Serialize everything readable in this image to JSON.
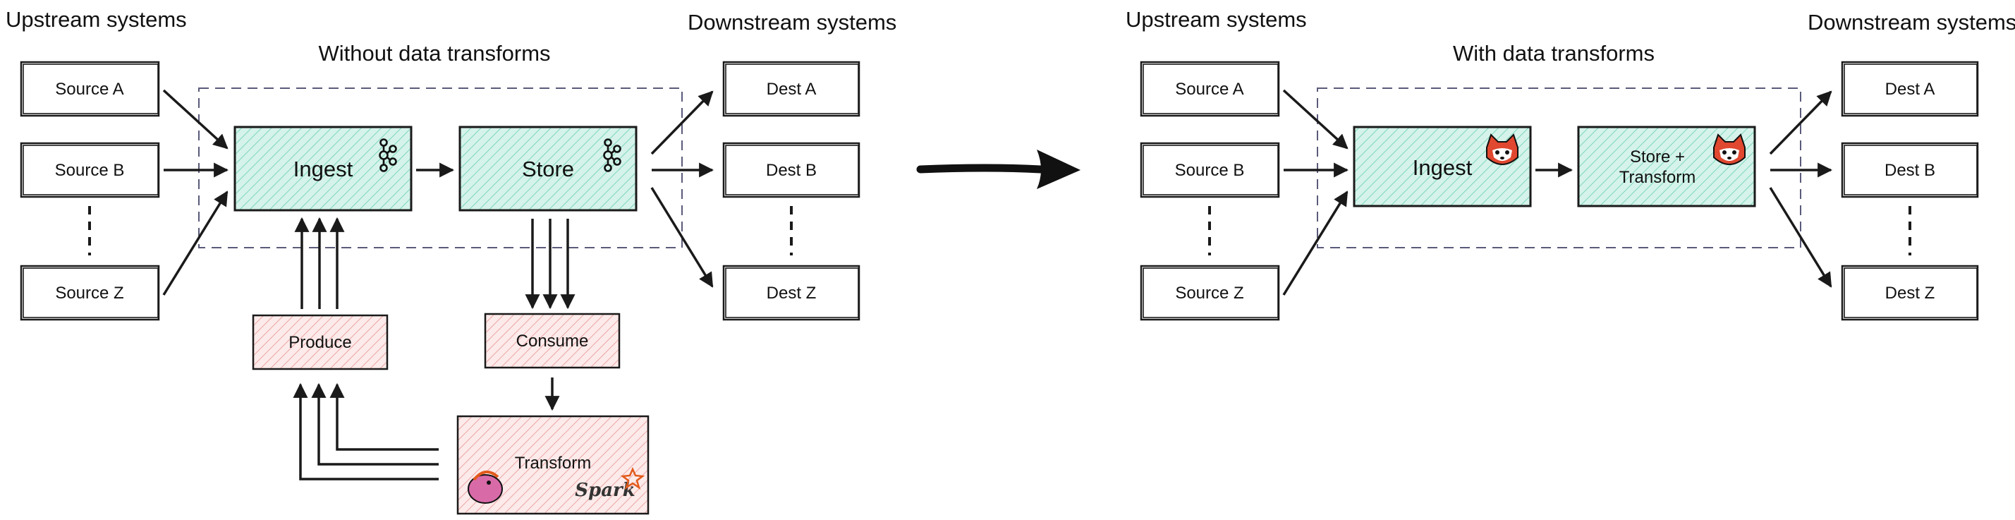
{
  "left": {
    "upstream_title": "Upstream systems",
    "downstream_title": "Downstream systems",
    "section_title": "Without data transforms",
    "sources": [
      "Source A",
      "Source B",
      "Source Z"
    ],
    "dests": [
      "Dest A",
      "Dest B",
      "Dest Z"
    ],
    "ingest_label": "Ingest",
    "store_label": "Store",
    "produce_label": "Produce",
    "consume_label": "Consume",
    "transform_label": "Transform",
    "spark_label": "Spark",
    "ingest_icon": "kafka-icon",
    "store_icon": "kafka-icon",
    "transform_icons": [
      "flink-squirrel-icon",
      "spark-star-icon"
    ]
  },
  "right": {
    "upstream_title": "Upstream systems",
    "downstream_title": "Downstream systems",
    "section_title": "With data transforms",
    "sources": [
      "Source A",
      "Source B",
      "Source Z"
    ],
    "dests": [
      "Dest A",
      "Dest B",
      "Dest Z"
    ],
    "ingest_label": "Ingest",
    "store_line1": "Store +",
    "store_line2": "Transform",
    "ingest_icon": "redpanda-icon",
    "store_icon": "redpanda-icon"
  },
  "colors": {
    "teal_fill": "#c9efe4",
    "teal_hatch": "#6fd1b4",
    "pink_fill": "#fbe3e3",
    "pink_hatch": "#e89a9a",
    "redpanda": "#e0482f",
    "spark": "#e25a1c",
    "flink": "#d96aa8"
  }
}
